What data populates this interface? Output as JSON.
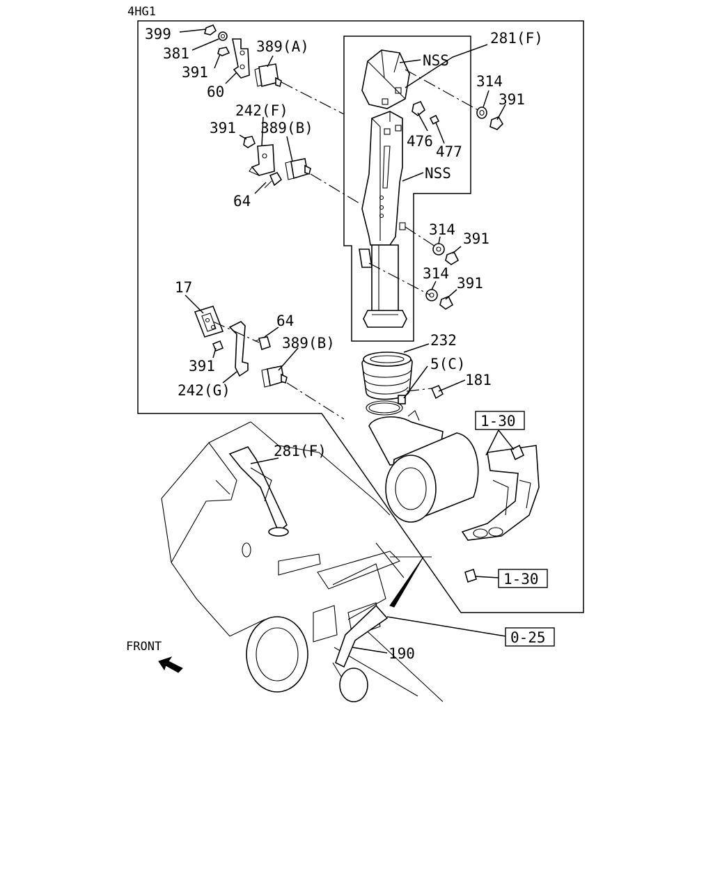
{
  "engine_code": "4HG1",
  "front_label": "FRONT",
  "callouts": [
    {
      "id": "c399",
      "text": "399"
    },
    {
      "id": "c381",
      "text": "381"
    },
    {
      "id": "c391a",
      "text": "391"
    },
    {
      "id": "c60",
      "text": "60"
    },
    {
      "id": "c389a",
      "text": "389(A)"
    },
    {
      "id": "c281f_top",
      "text": "281(F)"
    },
    {
      "id": "c_nss1",
      "text": "NSS"
    },
    {
      "id": "c314a",
      "text": "314"
    },
    {
      "id": "c391b",
      "text": "391"
    },
    {
      "id": "c476",
      "text": "476"
    },
    {
      "id": "c477",
      "text": "477"
    },
    {
      "id": "c242f",
      "text": "242(F)"
    },
    {
      "id": "c391c",
      "text": "391"
    },
    {
      "id": "c389b1",
      "text": "389(B)"
    },
    {
      "id": "c_nss2",
      "text": "NSS"
    },
    {
      "id": "c64a",
      "text": "64"
    },
    {
      "id": "c314b",
      "text": "314"
    },
    {
      "id": "c391d",
      "text": "391"
    },
    {
      "id": "c314c",
      "text": "314"
    },
    {
      "id": "c391e",
      "text": "391"
    },
    {
      "id": "c17",
      "text": "17"
    },
    {
      "id": "c64b",
      "text": "64"
    },
    {
      "id": "c389b2",
      "text": "389(B)"
    },
    {
      "id": "c391f",
      "text": "391"
    },
    {
      "id": "c242g",
      "text": "242(G)"
    },
    {
      "id": "c232",
      "text": "232"
    },
    {
      "id": "c5c",
      "text": "5(C)"
    },
    {
      "id": "c181",
      "text": "181"
    },
    {
      "id": "c281f_lower",
      "text": "281(F)"
    },
    {
      "id": "c190",
      "text": "190"
    }
  ],
  "ref_boxes": [
    {
      "id": "r130a",
      "text": "1-30"
    },
    {
      "id": "r130b",
      "text": "1-30"
    },
    {
      "id": "r025",
      "text": "0-25"
    }
  ]
}
